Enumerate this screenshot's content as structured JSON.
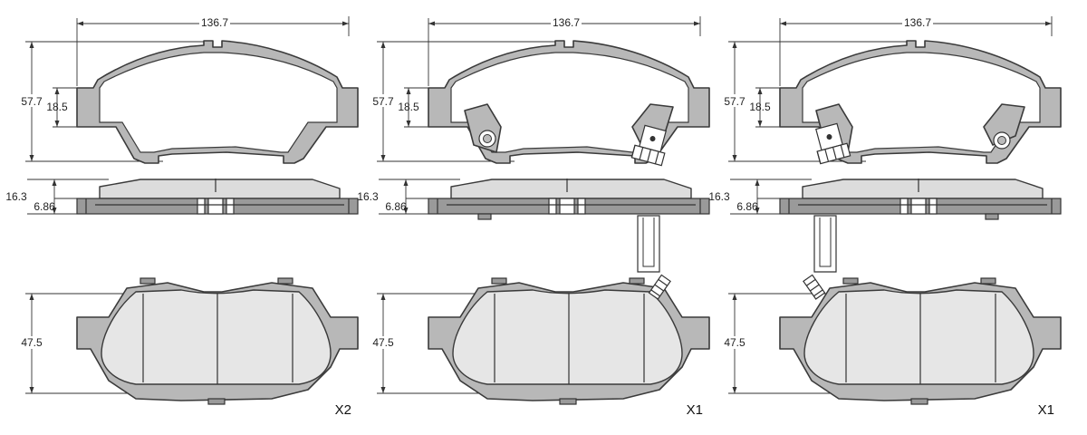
{
  "panels": [
    {
      "id": "pad-set-1",
      "width_dim": "136.7",
      "height_dim": "57.7",
      "ear_dim": "18.5",
      "thickness_dim": "16.3",
      "backing_dim": "6.86",
      "friction_height_dim": "47.5",
      "quantity": "X2",
      "wear_sensor": "none"
    },
    {
      "id": "pad-set-2",
      "width_dim": "136.7",
      "height_dim": "57.7",
      "ear_dim": "18.5",
      "thickness_dim": "16.3",
      "backing_dim": "6.86",
      "friction_height_dim": "47.5",
      "quantity": "X1",
      "wear_sensor": "right"
    },
    {
      "id": "pad-set-3",
      "width_dim": "136.7",
      "height_dim": "57.7",
      "ear_dim": "18.5",
      "thickness_dim": "16.3",
      "backing_dim": "6.86",
      "friction_height_dim": "47.5",
      "quantity": "X1",
      "wear_sensor": "left"
    }
  ],
  "colors": {
    "backing_plate": "#b8b8b8",
    "friction_material": "#e6e6e6",
    "outline": "#3a3a3a"
  }
}
